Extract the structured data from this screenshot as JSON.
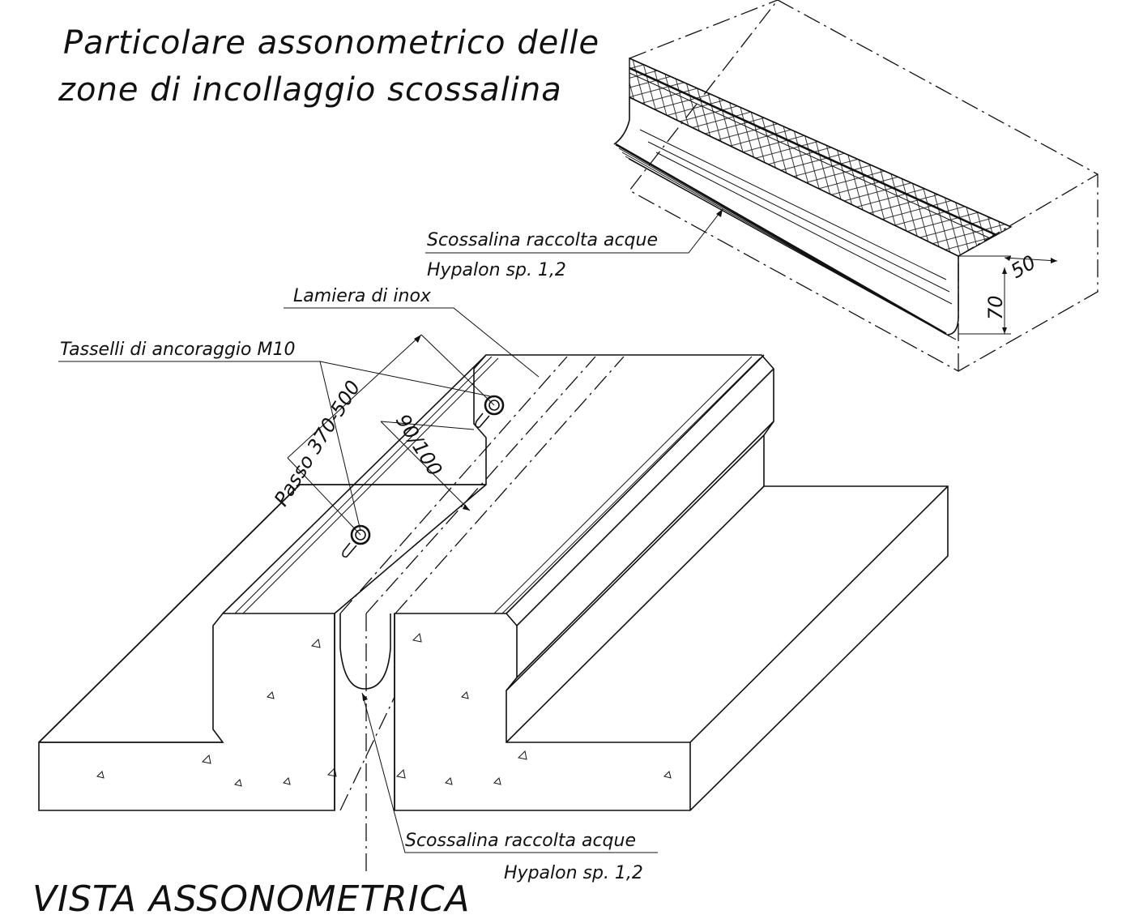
{
  "title": {
    "line1": "Particolare assonometrico delle",
    "line2": "zone di incollaggio scossalina"
  },
  "labels": {
    "scossalina_top_1": "Scossalina raccolta acque",
    "scossalina_top_2": "Hypalon sp. 1,2",
    "lamiera": "Lamiera di inox",
    "tasselli": "Tasselli di ancoraggio M10",
    "passo": "Passo 370-500",
    "gap": "90/100",
    "scossalina_bottom_1": "Scossalina raccolta acque",
    "scossalina_bottom_2": "Hypalon sp. 1,2",
    "view_title": "VISTA ASSONOMETRICA"
  },
  "dimensions": {
    "width": "50",
    "height": "70"
  }
}
